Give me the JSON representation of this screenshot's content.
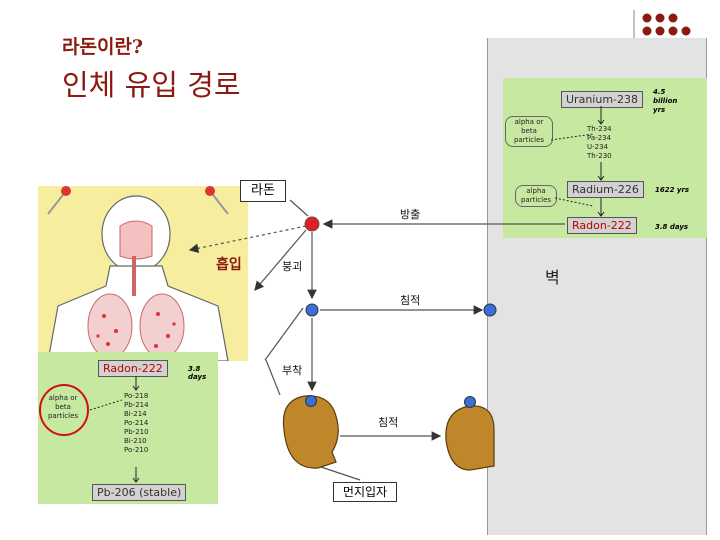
{
  "header": {
    "subtitle": "라돈이란?",
    "title": "인체 유입 경로"
  },
  "labels": {
    "radon": "라돈",
    "emission": "방출",
    "inhalation": "흡입",
    "decay": "붕괴",
    "deposition": "침적",
    "attachment": "부착",
    "deposition2": "침적",
    "wall": "벽",
    "dust_particle": "먼지입자"
  },
  "uranium_chain": {
    "uranium": "Uranium-238",
    "uranium_halflife": [
      "4.5",
      "billion",
      "yrs"
    ],
    "alpha_beta": [
      "alpha or",
      "beta",
      "particles"
    ],
    "chain": [
      "Th-234",
      "Pa-234",
      "U-234",
      "Th-230"
    ],
    "radium": "Radium-226",
    "radium_halflife": "1622 yrs",
    "alpha": [
      "alpha",
      "particles"
    ],
    "radon": "Radon-222",
    "radon_halflife": "3.8 days"
  },
  "radon_chain": {
    "radon": "Radon-222",
    "radon_halflife": "3.8 days",
    "alpha_beta": [
      "alpha or",
      "beta",
      "particles"
    ],
    "chain": [
      "Po-218",
      "Pb-214",
      "Bi-214",
      "Po-214",
      "Pb-210",
      "Bi-210",
      "Po-210"
    ],
    "lead": "Pb-206 (stable)"
  },
  "colors": {
    "accent": "#8b1a10",
    "green_box": "#c7e8a0",
    "body_bg": "#f6ee9e",
    "wall": "#e3e3e3",
    "radon_atom": "#e02020",
    "progeny": "#3a6fd8",
    "dust": "#c0862a"
  }
}
